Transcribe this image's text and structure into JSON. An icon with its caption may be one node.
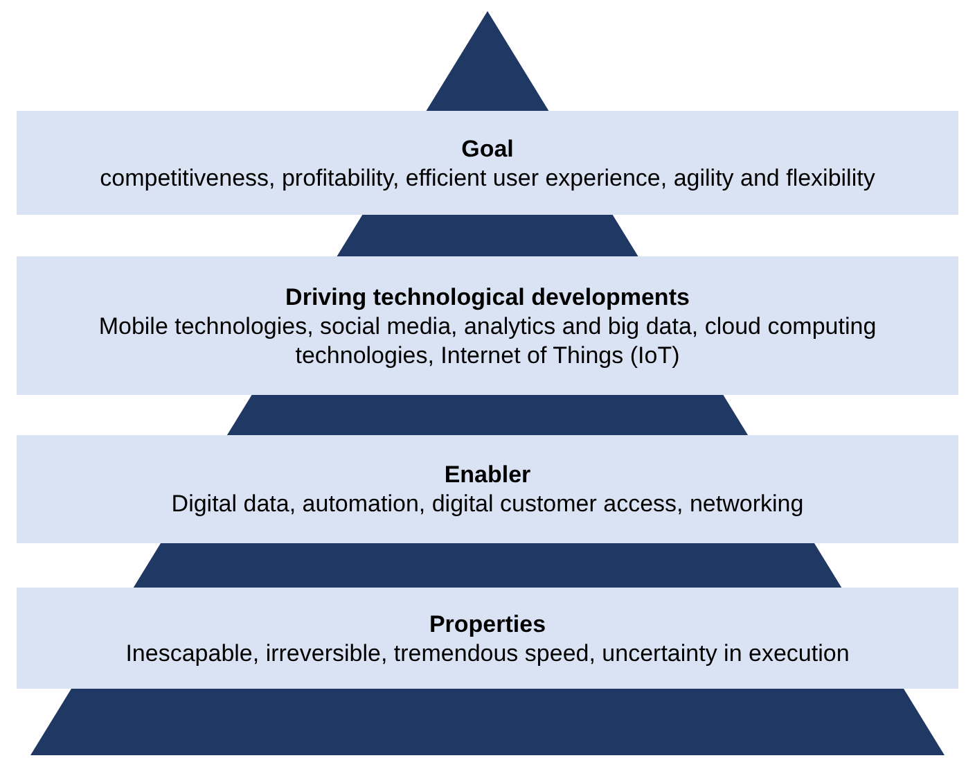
{
  "diagram": {
    "nodes": [
      {
        "text": [
          "Goal",
          "competitiveness, profitability, efficient user experience, agility and flexibility"
        ]
      },
      {
        "text": [
          "Driving technological developments",
          "Mobile technologies, social media, analytics and big data, cloud computing technologies, Internet of Things (IoT)"
        ]
      },
      {
        "text": [
          "Enabler",
          "Digital data, automation, digital customer access, networking"
        ]
      },
      {
        "text": [
          "Properties",
          "Inescapable, irreversible, tremendous speed, uncertainty in execution"
        ]
      }
    ],
    "edges": []
  }
}
